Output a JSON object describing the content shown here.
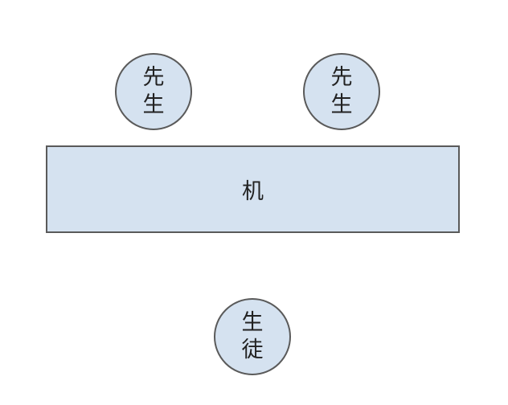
{
  "teachers": [
    {
      "line1": "先",
      "line2": "生"
    },
    {
      "line1": "先",
      "line2": "生"
    }
  ],
  "desk": {
    "label": "机"
  },
  "student": {
    "line1": "生",
    "line2": "徒"
  },
  "colors": {
    "fill": "#d5e2f0",
    "stroke": "#5a5a5a"
  }
}
